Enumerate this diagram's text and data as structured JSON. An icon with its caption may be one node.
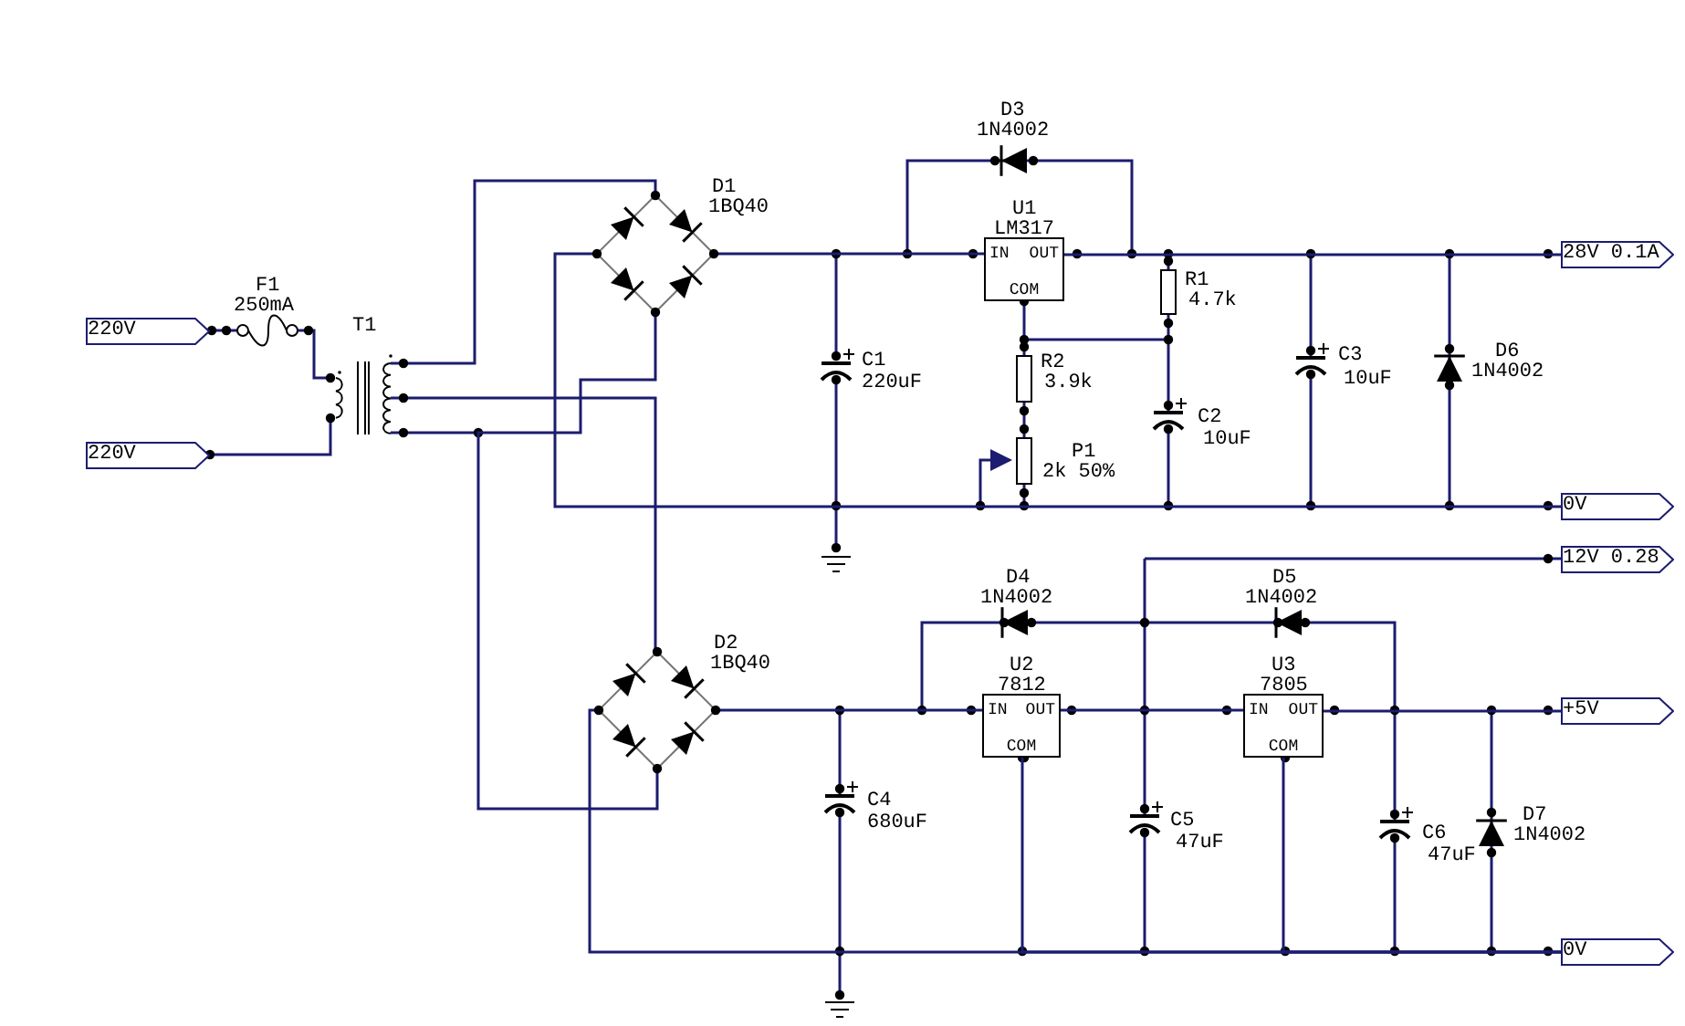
{
  "diagram": {
    "nodes": [
      {
        "text": [
          "D1",
          "1BQ40"
        ]
      },
      {
        "text": [
          "IN",
          "OUT",
          "COM"
        ],
        "beside": [
          "U1",
          "LM317"
        ]
      },
      {
        "text": [
          "28V 0.1A"
        ]
      },
      {
        "text": [
          "220V"
        ]
      },
      {
        "text": [
          "220V"
        ]
      },
      {
        "text": [
          "0V"
        ]
      },
      {
        "text": [
          "12V 0.28"
        ]
      },
      {
        "text": [
          "D2",
          "1BQ40"
        ]
      },
      {
        "text": [
          "IN",
          "OUT",
          "COM"
        ],
        "beside": [
          "U2",
          "7812"
        ]
      },
      {
        "text": [
          "IN",
          "OUT",
          "COM"
        ],
        "beside": [
          "U3",
          "7805"
        ]
      },
      {
        "text": [
          "+5V"
        ]
      },
      {
        "text": [
          "0V"
        ]
      }
    ],
    "edges": [
      {
        "from": 0,
        "to": 1,
        "arrow": "none"
      },
      {
        "from": 0,
        "to": 5,
        "arrow": "none"
      },
      {
        "from": 1,
        "to": 2,
        "arrow": "none"
      },
      {
        "from": 7,
        "to": 8,
        "arrow": "none"
      },
      {
        "from": 7,
        "to": 11,
        "arrow": "none"
      },
      {
        "from": 8,
        "to": 9,
        "arrow": "none"
      },
      {
        "from": 9,
        "to": 10,
        "arrow": "none"
      },
      {
        "from": 0,
        "to": 7,
        "arrow": "none"
      },
      {
        "from": 8,
        "to": 11,
        "arrow": "none"
      },
      {
        "from": 9,
        "to": 11,
        "arrow": "none"
      }
    ],
    "labels": [
      "D3",
      "1N4002",
      "F1",
      "250mA",
      "T1",
      "R1",
      "4.7k",
      "C1",
      "220uF",
      "C3",
      "10uF",
      "D6",
      "1N4002",
      "R2",
      "3.9k",
      "C2",
      "10uF",
      "P1",
      "2k 50%",
      "D4",
      "1N4002",
      "D5",
      "1N4002",
      "C4",
      "680uF",
      "C5",
      "47uF",
      "C6",
      "47uF",
      "D7",
      "1N4002"
    ]
  }
}
